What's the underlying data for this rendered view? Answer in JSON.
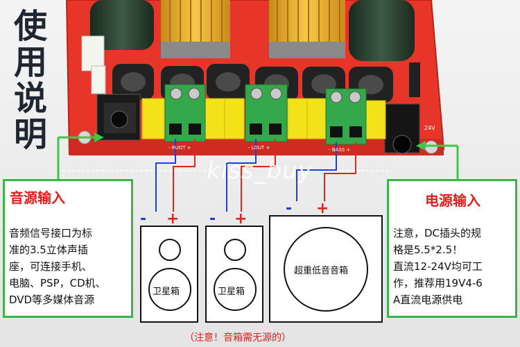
{
  "title_chars": [
    "使",
    "用",
    "说",
    "明"
  ],
  "watermark": "kiss_buy",
  "board": {
    "labels": {
      "left": "- RUOT +",
      "center": "- LOUT +",
      "right": "- BASS +"
    },
    "voltage": "24V"
  },
  "audio_input": {
    "title": "音源输入",
    "lines": [
      "音频信号接口为标",
      "准的3.5立体声插",
      "座，可连接手机、",
      "电脑、PSP，CD机、",
      "DVD等多媒体音源"
    ]
  },
  "power_input": {
    "title": "电源输入",
    "lines": [
      "注意，DC插头的规",
      "格是5.5*2.5！",
      "直流12-24V均可工",
      "作，推荐用19V4-6",
      "A直流电源供电"
    ]
  },
  "speakers": {
    "left": "卫星箱",
    "middle": "卫星箱",
    "sub": "超重低音音箱"
  },
  "polarity": {
    "minus": "-",
    "plus": "+"
  },
  "note": "（注意！音箱需无源的）",
  "colors": {
    "board_red": "#e8352a",
    "terminal_green": "#34a84a",
    "cap_yellow": "#f2e21a",
    "box_border": "#39b54a",
    "title_red": "#e31c1c",
    "wire_red": "#e0261c",
    "wire_blue": "#1c3fd6",
    "arrow_green": "#3cc84a"
  }
}
